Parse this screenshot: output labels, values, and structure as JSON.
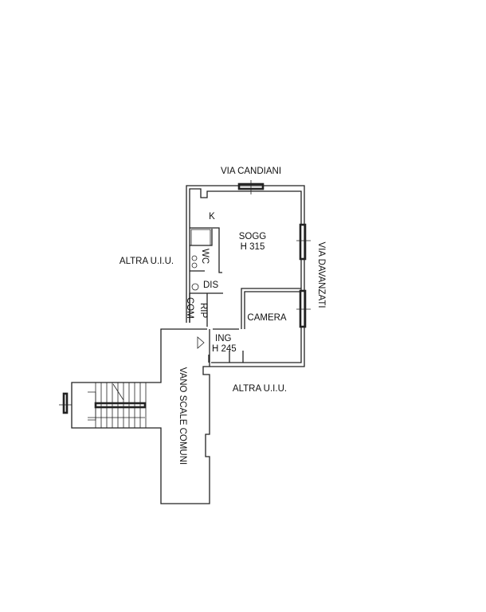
{
  "streets": {
    "top": "VIA CANDIANI",
    "right": "VIA DAVANZATI"
  },
  "neighbors": {
    "left": "ALTRA U.I.U.",
    "bottom": "ALTRA U.I.U."
  },
  "rooms": {
    "kitchen": "K",
    "living": "SOGG",
    "living_height": "H 315",
    "wc": "WC",
    "dis": "DIS",
    "rip": "RIP",
    "com": "COM",
    "bedroom": "CAMERA",
    "entrance": "ING",
    "entrance_height": "H 245"
  },
  "stairwell": "VANO SCALE COMUNI"
}
